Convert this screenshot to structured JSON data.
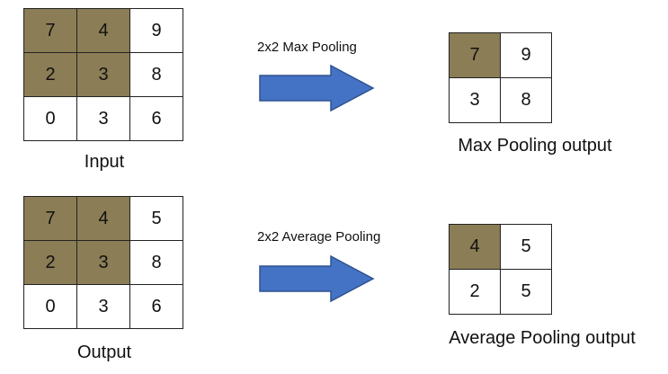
{
  "colors": {
    "highlight": "#8b7d55",
    "arrow_fill": "#4472c4",
    "arrow_stroke": "#2f528f"
  },
  "top": {
    "input_grid": [
      [
        {
          "v": "7",
          "hl": true
        },
        {
          "v": "4",
          "hl": true
        },
        {
          "v": "9",
          "hl": false
        }
      ],
      [
        {
          "v": "2",
          "hl": true
        },
        {
          "v": "3",
          "hl": true
        },
        {
          "v": "8",
          "hl": false
        }
      ],
      [
        {
          "v": "0",
          "hl": false
        },
        {
          "v": "3",
          "hl": false
        },
        {
          "v": "6",
          "hl": false
        }
      ]
    ],
    "input_label": "Input",
    "operation_label": "2x2 Max Pooling",
    "output_grid": [
      [
        {
          "v": "7",
          "hl": true
        },
        {
          "v": "9",
          "hl": false
        }
      ],
      [
        {
          "v": "3",
          "hl": false
        },
        {
          "v": "8",
          "hl": false
        }
      ]
    ],
    "output_label": "Max Pooling output"
  },
  "bottom": {
    "input_grid": [
      [
        {
          "v": "7",
          "hl": true
        },
        {
          "v": "4",
          "hl": true
        },
        {
          "v": "5",
          "hl": false
        }
      ],
      [
        {
          "v": "2",
          "hl": true
        },
        {
          "v": "3",
          "hl": true
        },
        {
          "v": "8",
          "hl": false
        }
      ],
      [
        {
          "v": "0",
          "hl": false
        },
        {
          "v": "3",
          "hl": false
        },
        {
          "v": "6",
          "hl": false
        }
      ]
    ],
    "input_label": "Output",
    "operation_label": "2x2 Average Pooling",
    "output_grid": [
      [
        {
          "v": "4",
          "hl": true
        },
        {
          "v": "5",
          "hl": false
        }
      ],
      [
        {
          "v": "2",
          "hl": false
        },
        {
          "v": "5",
          "hl": false
        }
      ]
    ],
    "output_label": "Average Pooling output"
  }
}
